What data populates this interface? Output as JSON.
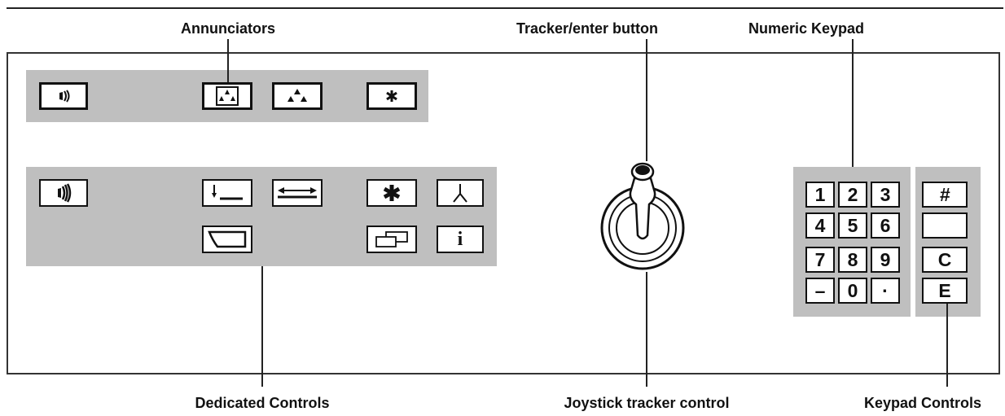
{
  "callouts": {
    "annunciators": "Annunciators",
    "tracker_enter_button": "Tracker/enter button",
    "numeric_keypad": "Numeric Keypad",
    "dedicated_controls": "Dedicated Controls",
    "joystick_tracker_control": "Joystick tracker control",
    "keypad_controls": "Keypad Controls"
  },
  "annunciator_icons": [
    "sound-icon",
    "radiation-box-icon",
    "radiation-icon",
    "asterisk-icon"
  ],
  "dedicated_control_icons": [
    "sound-waves-icon",
    "drop-arrow-icon",
    "double-arrow-icon",
    "asterisk-icon",
    "fork-icon",
    "wedge-icon",
    "stacked-windows-icon",
    "info-icon"
  ],
  "dedicated_controls": {
    "info_label": "i"
  },
  "numeric_keypad": {
    "keys": [
      "1",
      "2",
      "3",
      "4",
      "5",
      "6",
      "7",
      "8",
      "9",
      "–",
      "0",
      "·"
    ]
  },
  "keypad_controls": {
    "keys": [
      "#",
      "",
      "C",
      "E"
    ]
  },
  "colors": {
    "band": "#bfbfbf",
    "line": "#111111",
    "background": "#ffffff"
  }
}
